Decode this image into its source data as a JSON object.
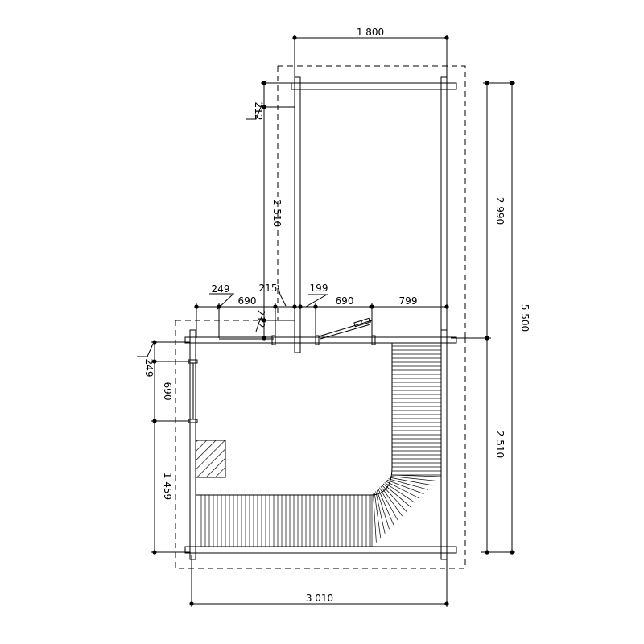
{
  "dimensions": {
    "top_width": "1 800",
    "total_height": "5 500",
    "upper_height": "2 990",
    "lower_height": "2 510",
    "upper_left_height": "2 510",
    "bottom_width": "3 010",
    "left_door": "690",
    "left_lower": "1 459",
    "left_wall": "249",
    "mid_wall_left": "249",
    "mid_opening_left": "690",
    "mid_wall_a": "215",
    "mid_wall_b": "199",
    "mid_opening_right": "690",
    "mid_span_right": "799",
    "top_wall_thickness": "212",
    "mid_wall_thickness": "212"
  },
  "colors": {
    "line": "#000000",
    "background": "#ffffff"
  }
}
